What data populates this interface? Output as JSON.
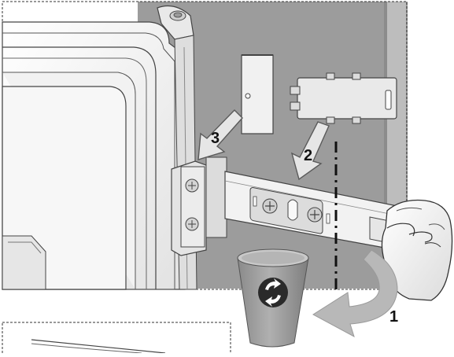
{
  "steps": [
    {
      "label": "1"
    },
    {
      "label": "2"
    },
    {
      "label": "3"
    }
  ],
  "icons": {
    "bin": "recycle-bin-icon",
    "arrow_1": "curved-arrow-icon",
    "arrow_2": "down-arrow-icon",
    "arrow_3": "diagonal-arrow-icon"
  },
  "colors": {
    "wall": "#9c9c9c",
    "bin_top": "#c9c9c9",
    "bin_body": "#9a9a9a",
    "bin_badge": "#2a2a2a",
    "arrow_fill": "#e6e6e6",
    "arrow_stroke": "#5a5a5a",
    "curved_arrow": "#b8b8b8"
  }
}
